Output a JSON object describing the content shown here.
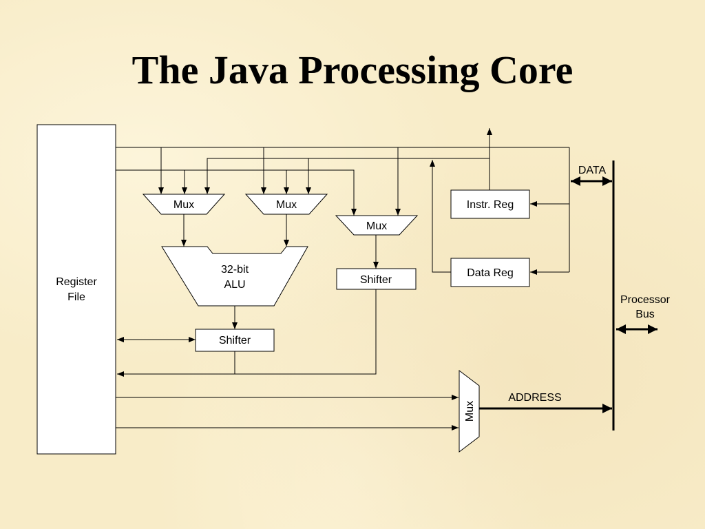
{
  "title": "The Java Processing Core",
  "colors": {
    "background": "#f8ecc8",
    "block_fill": "#ffffff",
    "line": "#000000"
  },
  "blocks": {
    "register_file": [
      "Register",
      "File"
    ],
    "mux_1": "Mux",
    "mux_2": "Mux",
    "mux_3": "Mux",
    "alu": [
      "32-bit",
      "ALU"
    ],
    "shifter_1": "Shifter",
    "shifter_2": "Shifter",
    "instr_reg": "Instr. Reg",
    "data_reg": "Data Reg",
    "address_mux": "Mux",
    "processor_bus": [
      "Processor",
      "Bus"
    ]
  },
  "signals": {
    "data": "DATA",
    "address": "ADDRESS"
  }
}
